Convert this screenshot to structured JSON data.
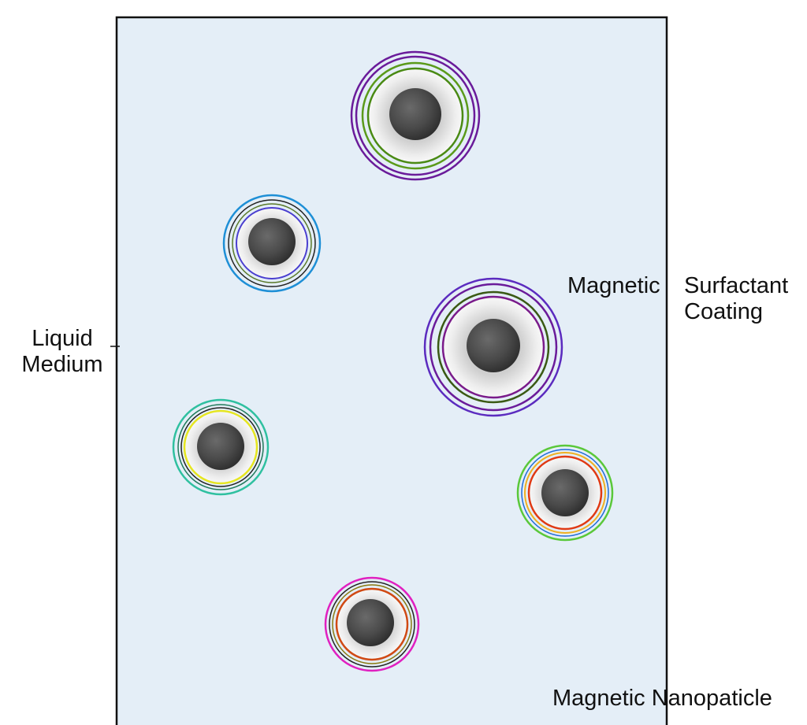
{
  "labels": {
    "liquid_medium": [
      "Liquid",
      "Medium"
    ],
    "magnetic": "Magnetic",
    "surfactant_coating": [
      "Surfactant",
      "Coating"
    ],
    "nanoparticle": "Magnetic Nanopaticle"
  },
  "colors": {
    "medium_fill": "#e4eef7",
    "container_border": "#111111",
    "core": "#4a4a4a",
    "shell": "#e2e2e2"
  },
  "particles": [
    {
      "id": "particle-top",
      "rings": [
        "#6a1b9a",
        "#6a1b9a",
        "#5a9a1a",
        "#4a8a14"
      ]
    },
    {
      "id": "particle-upper-left",
      "rings": [
        "#1e8fd6",
        "#222222",
        "#5a7a2a",
        "#4b3fcf"
      ]
    },
    {
      "id": "particle-center-right",
      "rings": [
        "#5b2bbf",
        "#6a1b9a",
        "#3a5a14",
        "#7a1b8a"
      ]
    },
    {
      "id": "particle-left",
      "rings": [
        "#2fc0a0",
        "#1f7a5a",
        "#222222",
        "#e6e620"
      ]
    },
    {
      "id": "particle-right",
      "rings": [
        "#5ac83a",
        "#1f6bd6",
        "#f0b020",
        "#e03a14"
      ]
    },
    {
      "id": "particle-bottom",
      "rings": [
        "#e020c0",
        "#222222",
        "#8a7a10",
        "#d04a14"
      ]
    }
  ]
}
